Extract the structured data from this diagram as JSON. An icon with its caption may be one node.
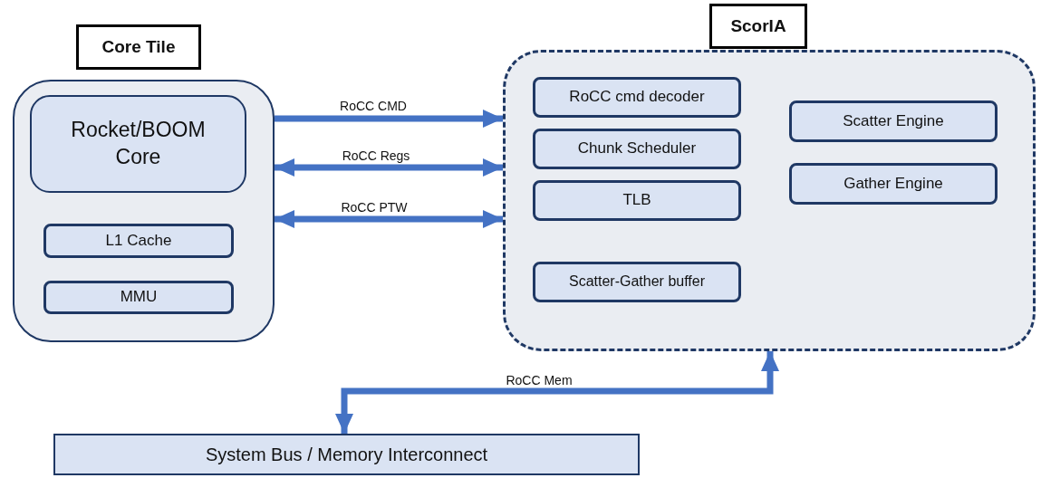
{
  "diagram": {
    "nodes": [
      {
        "text": [
          "Core Tile"
        ]
      },
      {
        "text": [
          "Rocket/BOOM Core"
        ],
        "in": 0
      },
      {
        "text": [
          "L1 Cache"
        ],
        "in": 0
      },
      {
        "text": [
          "MMU"
        ],
        "in": 0
      },
      {
        "text": [
          "ScorIA"
        ]
      },
      {
        "text": [
          "RoCC cmd decoder"
        ],
        "in": 4
      },
      {
        "text": [
          "Chunk Scheduler"
        ],
        "in": 4
      },
      {
        "text": [
          "TLB"
        ],
        "in": 4
      },
      {
        "text": [
          "Scatter-Gather buffer"
        ],
        "in": 4
      },
      {
        "text": [
          "Scatter Engine"
        ],
        "in": 4
      },
      {
        "text": [
          "Gather Engine"
        ],
        "in": 4
      },
      {
        "text": [
          "System Bus / Memory Interconnect"
        ]
      }
    ],
    "edges": [
      {
        "from": 0,
        "to": 4,
        "arrow": "to",
        "label": "RoCC CMD"
      },
      {
        "from": 0,
        "to": 4,
        "arrow": "both",
        "label": "RoCC Regs"
      },
      {
        "from": 0,
        "to": 4,
        "arrow": "both",
        "label": "RoCC PTW"
      },
      {
        "from": 4,
        "to": 11,
        "arrow": "both",
        "label": "RoCC Mem"
      }
    ]
  }
}
